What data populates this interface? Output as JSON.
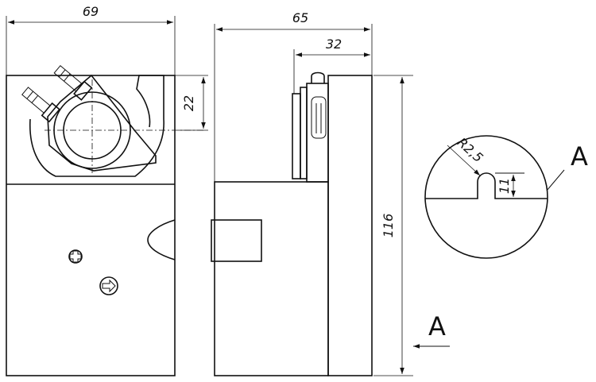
{
  "dimensions": {
    "front_width": "69",
    "side_width": "65",
    "side_shaft_offset": "32",
    "shaft_height": "22",
    "total_height": "116",
    "detail_radius": "R2,5",
    "detail_depth": "11"
  },
  "labels": {
    "detail_label": "A",
    "view_label": "A"
  }
}
